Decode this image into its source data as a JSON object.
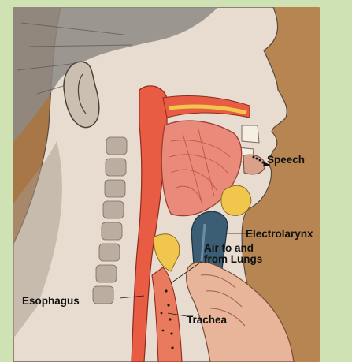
{
  "labels": {
    "speech": "Speech",
    "electrolarynx": "Electrolarynx",
    "air_line1": "Air to and",
    "air_line2": "from Lungs",
    "esophagus": "Esophagus",
    "trachea": "Trachea"
  },
  "colors": {
    "page_background": "#cfe2b4",
    "paper": "#b68552",
    "skin": "#e7dccf",
    "airway": "#e85c44",
    "tongue": "#e98a7a",
    "device": "#3b5e75",
    "bone": "#f1c64d"
  }
}
